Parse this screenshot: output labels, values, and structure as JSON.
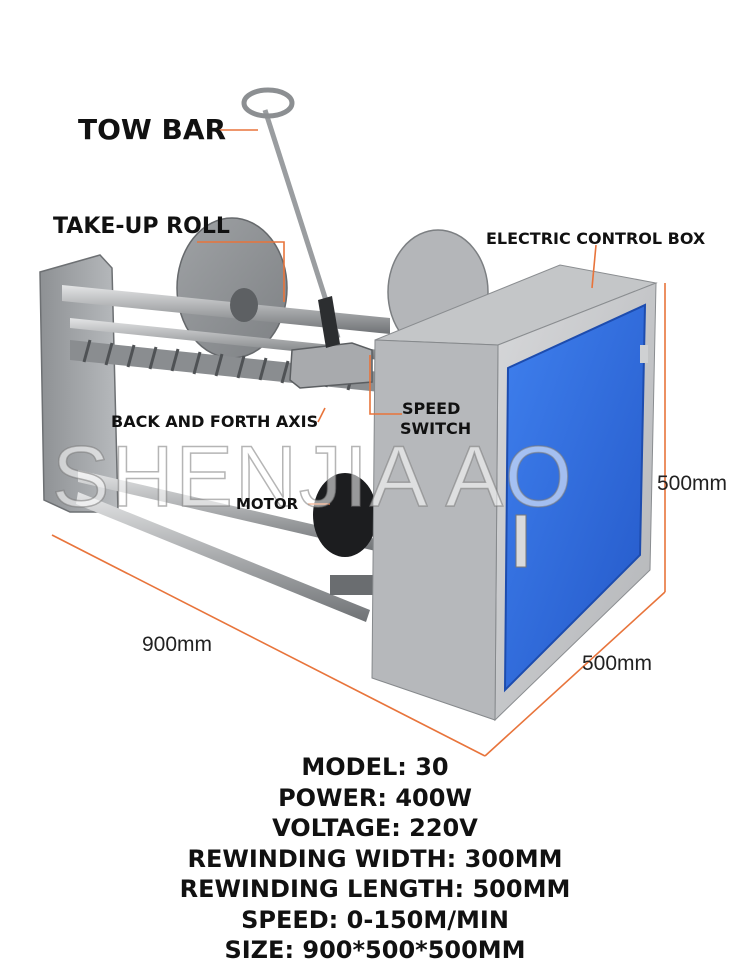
{
  "labels": {
    "tow_bar": "TOW BAR",
    "take_up_roll": "TAKE-UP ROLL",
    "electric_control_box": "ELECTRIC CONTROL BOX",
    "speed_switch_line1": "SPEED",
    "speed_switch_line2": "SWITCH",
    "back_and_forth_axis": "BACK AND FORTH AXIS",
    "motor": "MOTOR"
  },
  "dimensions": {
    "length": "900mm",
    "depth": "500mm",
    "height": "500mm"
  },
  "watermark": "SHENJIA AO",
  "specs": [
    "MODEL: 30",
    "POWER: 400W",
    "VOLTAGE: 220V",
    "REWINDING WIDTH: 300MM",
    "REWINDING LENGTH: 500MM",
    "SPEED: 0-150M/MIN",
    "SIZE: 900*500*500MM"
  ],
  "colors": {
    "callout_line": "#e8743b",
    "panel_blue": "#2f6ee0",
    "machine_gray": "#b9bbbd"
  }
}
